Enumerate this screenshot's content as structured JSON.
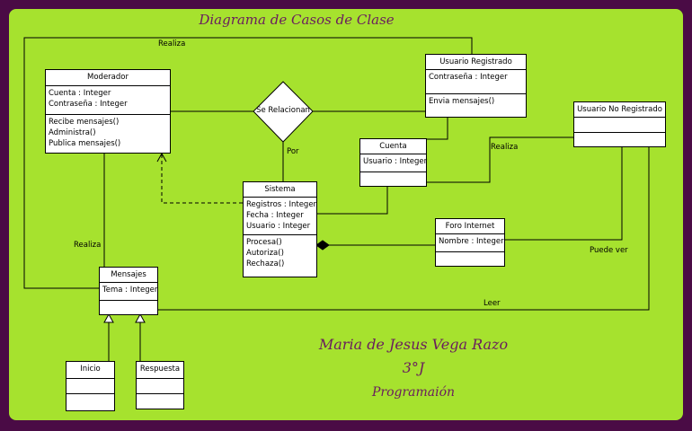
{
  "title": "Diagrama de Casos de Clase",
  "author": {
    "name": "Maria de Jesus Vega Razo",
    "group": "3°J",
    "subject": "Programaión"
  },
  "colors": {
    "background": "#a6e22e",
    "frame": "#4a0b45",
    "script_text": "#6a1d5e"
  },
  "classes": {
    "moderador": {
      "name": "Moderador",
      "attributes": [
        "Cuenta : Integer",
        "Contraseña : Integer"
      ],
      "operations": [
        "Recibe mensajes()",
        "Administra()",
        "Publica mensajes()"
      ]
    },
    "usuario_registrado": {
      "name": "Usuario Registrado",
      "attributes": [
        "Contraseña : Integer"
      ],
      "operations": [
        "Envia mensajes()"
      ]
    },
    "usuario_no_registrado": {
      "name": "Usuario No Registrado",
      "attributes": [],
      "operations": []
    },
    "cuenta": {
      "name": "Cuenta",
      "attributes": [
        "Usuario : Integer"
      ],
      "operations": []
    },
    "sistema": {
      "name": "Sistema",
      "attributes": [
        "Registros : Integer",
        "Fecha : Integer",
        "Usuario : Integer"
      ],
      "operations": [
        "Procesa()",
        "Autoriza()",
        "Rechaza()"
      ]
    },
    "foro_internet": {
      "name": "Foro Internet",
      "attributes": [
        "Nombre : Integer"
      ],
      "operations": []
    },
    "mensajes": {
      "name": "Mensajes",
      "attributes": [
        "Tema : Integer"
      ],
      "operations": []
    },
    "inicio": {
      "name": "Inicio",
      "attributes": [],
      "operations": []
    },
    "respuesta": {
      "name": "Respuesta",
      "attributes": [],
      "operations": []
    }
  },
  "relationship": {
    "name": "Se Relacionan"
  },
  "labels": {
    "realiza_top": "Realiza",
    "realiza_right": "Realiza",
    "realiza_left": "Realiza",
    "por": "Por",
    "puede_ver": "Puede ver",
    "leer": "Leer"
  }
}
